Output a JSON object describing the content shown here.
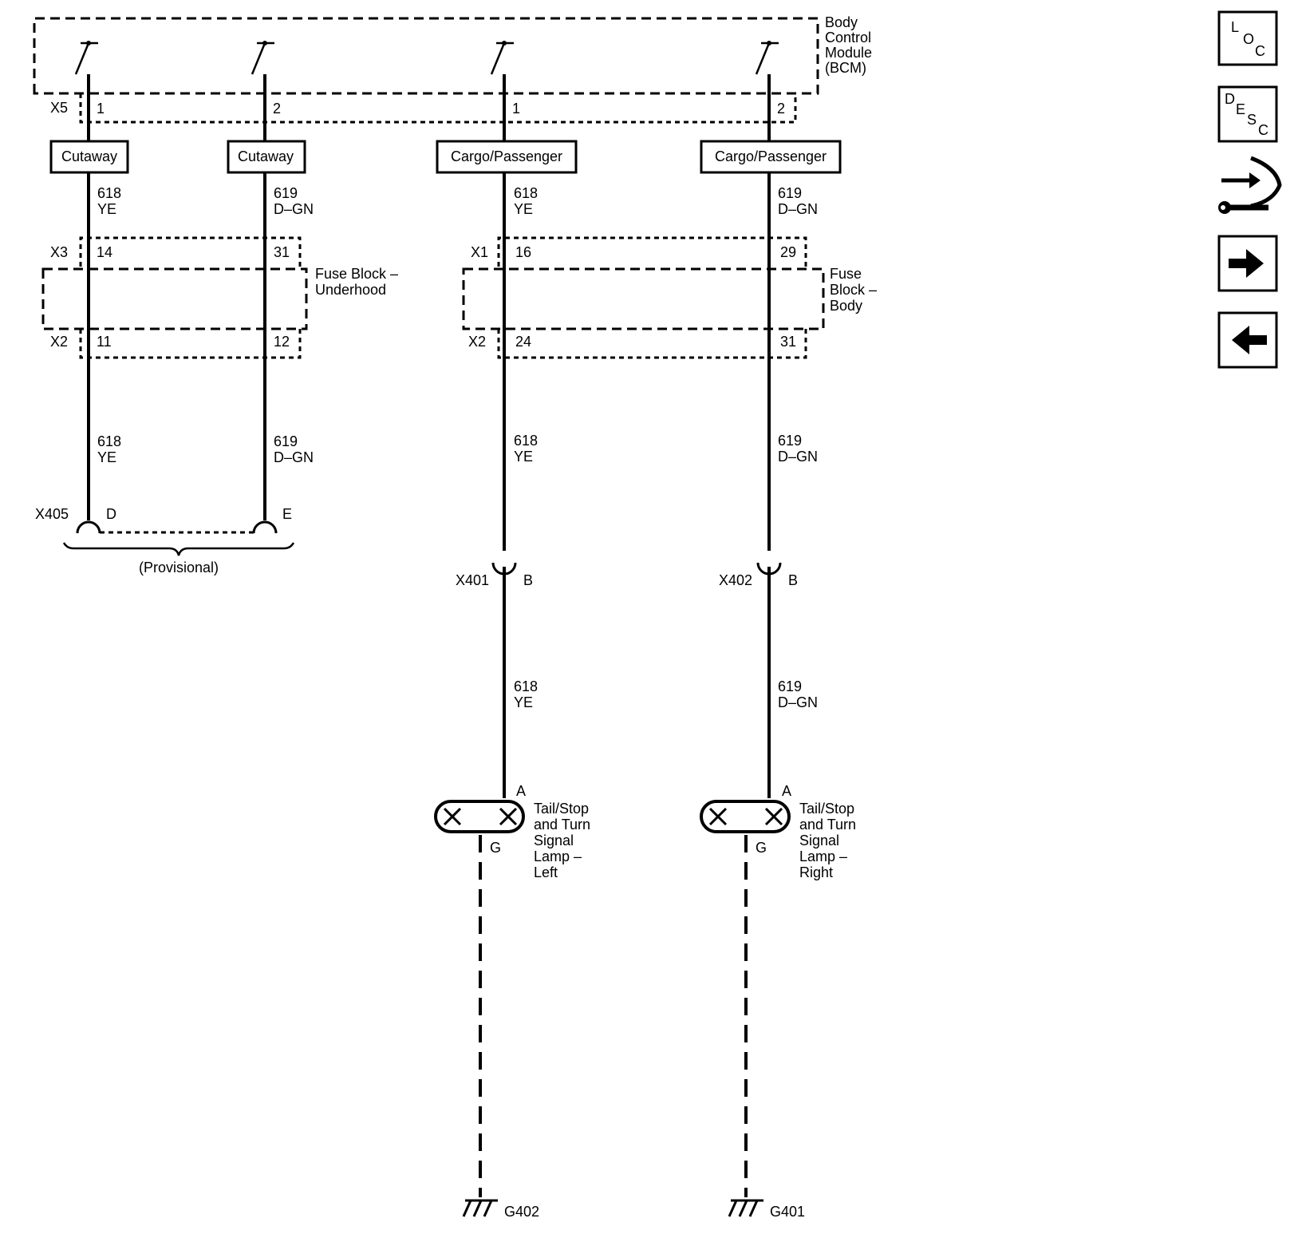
{
  "modules": {
    "bcm": {
      "lines": [
        "Body",
        "Control",
        "Module",
        "(BCM)"
      ]
    },
    "fuse_underhood": {
      "lines": [
        "Fuse Block –",
        "Underhood"
      ]
    },
    "fuse_body": {
      "lines": [
        "Fuse",
        "Block –",
        "Body"
      ]
    }
  },
  "connectors": {
    "x5": "X5",
    "x3": "X3",
    "x1": "X1",
    "x2": "X2",
    "x405": "X405",
    "x401": "X401",
    "x402": "X402"
  },
  "pins": {
    "bcm_c1": "1",
    "bcm_c2": "2",
    "bcm_c3": "1",
    "bcm_c4": "2",
    "fu_top_c1": "14",
    "fu_top_c2": "31",
    "fu_bot_c1": "11",
    "fu_bot_c2": "12",
    "fb_top_c3": "16",
    "fb_top_c4": "29",
    "fb_bot_c3": "24",
    "fb_bot_c4": "31",
    "x405_d": "D",
    "x405_e": "E",
    "x401_b": "B",
    "x402_b": "B",
    "lamp_l_a": "A",
    "lamp_l_g": "G",
    "lamp_r_a": "A",
    "lamp_r_g": "G"
  },
  "options": {
    "cutaway": "Cutaway",
    "cargo_passenger": "Cargo/Passenger",
    "provisional": "(Provisional)"
  },
  "wires": {
    "w618": {
      "circuit": "618",
      "color": "YE"
    },
    "w619": {
      "circuit": "619",
      "color": "D–GN"
    }
  },
  "lamps": {
    "left": {
      "lines": [
        "Tail/Stop",
        "and Turn",
        "Signal",
        "Lamp –",
        "Left"
      ]
    },
    "right": {
      "lines": [
        "Tail/Stop",
        "and Turn",
        "Signal",
        "Lamp –",
        "Right"
      ]
    }
  },
  "grounds": {
    "left": "G402",
    "right": "G401"
  },
  "nav": {
    "loc": [
      "L",
      "O",
      "C"
    ],
    "desc": [
      "D",
      "E",
      "S",
      "C"
    ]
  },
  "icons": {
    "loc": "loc-icon",
    "desc": "desc-icon",
    "connector_wrench": "connector-wrench-icon",
    "next": "arrow-right-icon",
    "prev": "arrow-left-icon"
  }
}
